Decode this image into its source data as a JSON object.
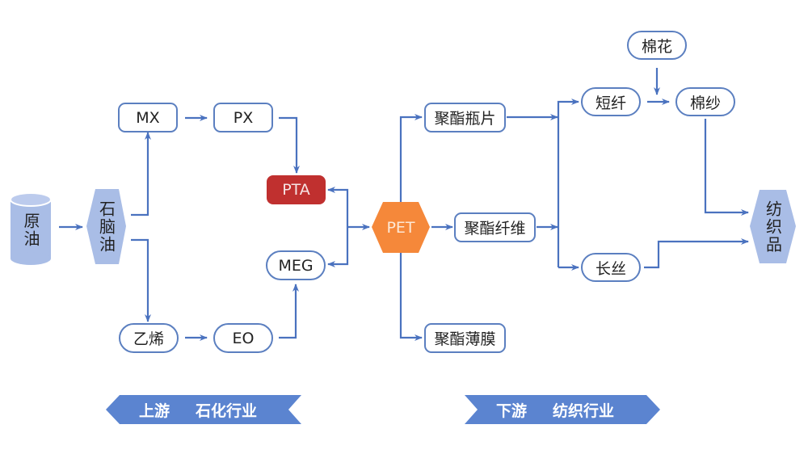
{
  "diagram": {
    "colors": {
      "line": "#4a72bf",
      "node_border": "#5b7fc0",
      "source_fill": "#a9bde6",
      "pta_fill": "#c0302f",
      "pet_fill": "#f5883a",
      "banner_fill": "#5b84d0"
    },
    "nodes": {
      "crude_oil": "原油",
      "naphtha": "石脑油",
      "mx": "MX",
      "px": "PX",
      "pta": "PTA",
      "meg": "MEG",
      "ethylene": "乙烯",
      "eo": "EO",
      "pet": "PET",
      "bottle_chip": "聚酯瓶片",
      "polyester_fiber": "聚酯纤维",
      "polyester_film": "聚酯薄膜",
      "staple_fiber": "短纤",
      "filament": "长丝",
      "cotton": "棉花",
      "cotton_yarn": "棉纱",
      "textiles": "纺织品"
    },
    "banners": {
      "upstream": {
        "stage": "上游",
        "industry": "石化行业"
      },
      "downstream": {
        "stage": "下游",
        "industry": "纺织行业"
      }
    },
    "edges": [
      [
        "原油",
        "石脑油"
      ],
      [
        "石脑油",
        "MX"
      ],
      [
        "石脑油",
        "乙烯"
      ],
      [
        "MX",
        "PX"
      ],
      [
        "PX",
        "PTA"
      ],
      [
        "乙烯",
        "EO"
      ],
      [
        "EO",
        "MEG"
      ],
      [
        "PET",
        "PTA"
      ],
      [
        "PET",
        "MEG"
      ],
      [
        "PET",
        "聚酯瓶片"
      ],
      [
        "PET",
        "聚酯纤维"
      ],
      [
        "PET",
        "聚酯薄膜"
      ],
      [
        "聚酯瓶片",
        "短纤"
      ],
      [
        "聚酯纤维",
        "短纤"
      ],
      [
        "聚酯纤维",
        "长丝"
      ],
      [
        "短纤",
        "棉纱"
      ],
      [
        "棉花",
        "棉纱"
      ],
      [
        "棉纱",
        "纺织品"
      ],
      [
        "长丝",
        "纺织品"
      ]
    ]
  }
}
